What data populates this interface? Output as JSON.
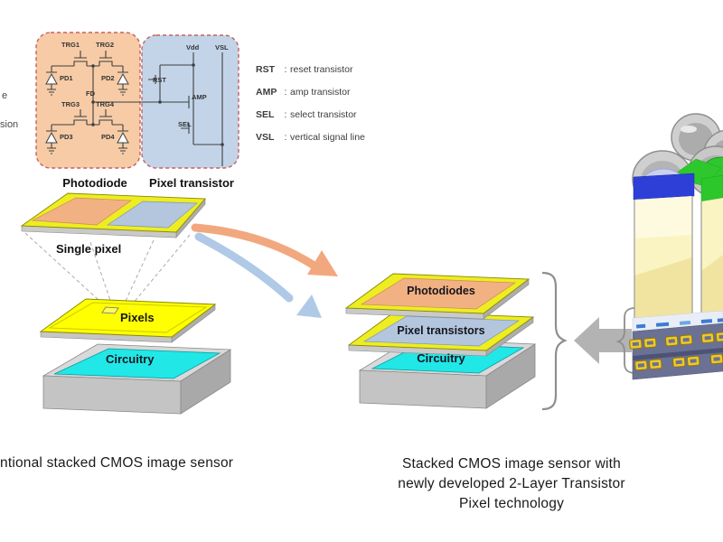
{
  "figure": {
    "left_caption": "ntional stacked CMOS image sensor",
    "right_caption": [
      "Stacked CMOS image sensor with",
      "newly developed 2-Layer Transistor",
      "Pixel technology"
    ]
  },
  "circuit": {
    "photodiode_region_label": "Photodiode",
    "transistor_region_label": "Pixel transistor",
    "labels": {
      "trg1": "TRG1",
      "trg2": "TRG2",
      "trg3": "TRG3",
      "trg4": "TRG4",
      "pd1": "PD1",
      "pd2": "PD2",
      "pd3": "PD3",
      "pd4": "PD4",
      "fd": "FD",
      "vdd": "Vdd",
      "vsl": "VSL",
      "rst": "RST",
      "amp": "AMP",
      "sel": "SEL"
    }
  },
  "legend": {
    "items": [
      {
        "abbr": "RST",
        "sep": ":",
        "desc": "reset transistor"
      },
      {
        "abbr": "AMP",
        "sep": ":",
        "desc": "amp transistor"
      },
      {
        "abbr": "SEL",
        "sep": ":",
        "desc": "select transistor"
      },
      {
        "abbr": "VSL",
        "sep": ":",
        "desc": "vertical signal line"
      }
    ]
  },
  "edge_fragments": {
    "line1": "e",
    "line2": "sion"
  },
  "single_pixel_label": "Single pixel",
  "conventional_stack": {
    "pixels_label": "Pixels",
    "circuitry_label": "Circuitry"
  },
  "two_layer_stack": {
    "photodiodes_label": "Photodiodes",
    "pixel_transistors_label": "Pixel transistors",
    "circuitry_label": "Circuitry"
  },
  "colors": {
    "photodiode_region": "#F6CBA6",
    "transistor_region": "#C3D4E8",
    "region_border": "#C4625F",
    "pixels_yellow": "#FFFF00",
    "circuitry_cyan": "#21E7E7",
    "photodiodes_tile": "#F2B183",
    "pixel_transistors_tile": "#B3C6DE",
    "tile_frame_yellow": "#EDED22",
    "arrow_orange": "#F2A87E",
    "arrow_blue": "#AFC9E6",
    "arrow_gray": "#B3B3B3",
    "filter_blue": "#2E3FD8",
    "filter_green": "#2BC72B",
    "wiring_layer": "#6A7193",
    "wiring_gold": "#EEC927"
  }
}
